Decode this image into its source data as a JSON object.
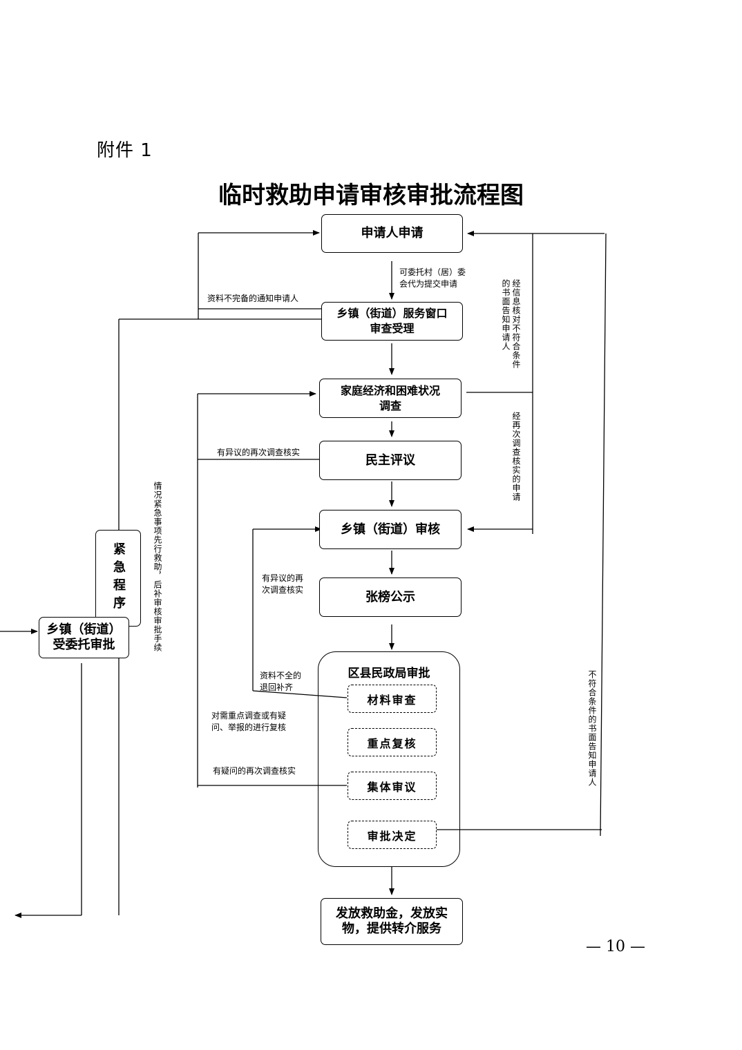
{
  "attachment_label": "附件 1",
  "title": "临时救助申请审核审批流程图",
  "nodes": {
    "apply": "申请人申请",
    "window": "乡镇（街道）服务窗口\n审查受理",
    "survey": "家庭经济和困难状况\n调查",
    "review": "民主评议",
    "township_audit": "乡镇（街道）审核",
    "publicity": "张榜公示",
    "county": "区县民政局审批",
    "material_check": "材料审查",
    "key_recheck": "重点复核",
    "collective": "集体审议",
    "decision": "审批决定",
    "issue": "发放救助金，发放实\n物，提供转介服务",
    "emergency": "紧急程序",
    "entrusted": "乡镇（街道）\n受委托审批"
  },
  "notes": {
    "entrust_submit": "可委托村（居）委\n会代为提交申请",
    "incomplete_notify": "资料不完备的通知申请人",
    "objection_recheck_1": "有异议的再次调查核实",
    "objection_recheck_2": "有异议的再\n次调查核实",
    "incomplete_return": "资料不全的\n退回补齐",
    "key_investigate": "对需重点调查或有疑\n问、举报的进行复核",
    "doubt_recheck": "有疑问的再次调查核实",
    "not_qualified_written": "经信息核对不符合条件的书面告知申请人",
    "recheck_apply": "经再次调查核实的申请",
    "emergency_note": "情况紧急事项先行救助，后补审核审批手续",
    "not_qualified_final": "不符合条件的书面告知申请人"
  },
  "page_number": "— 10 —"
}
